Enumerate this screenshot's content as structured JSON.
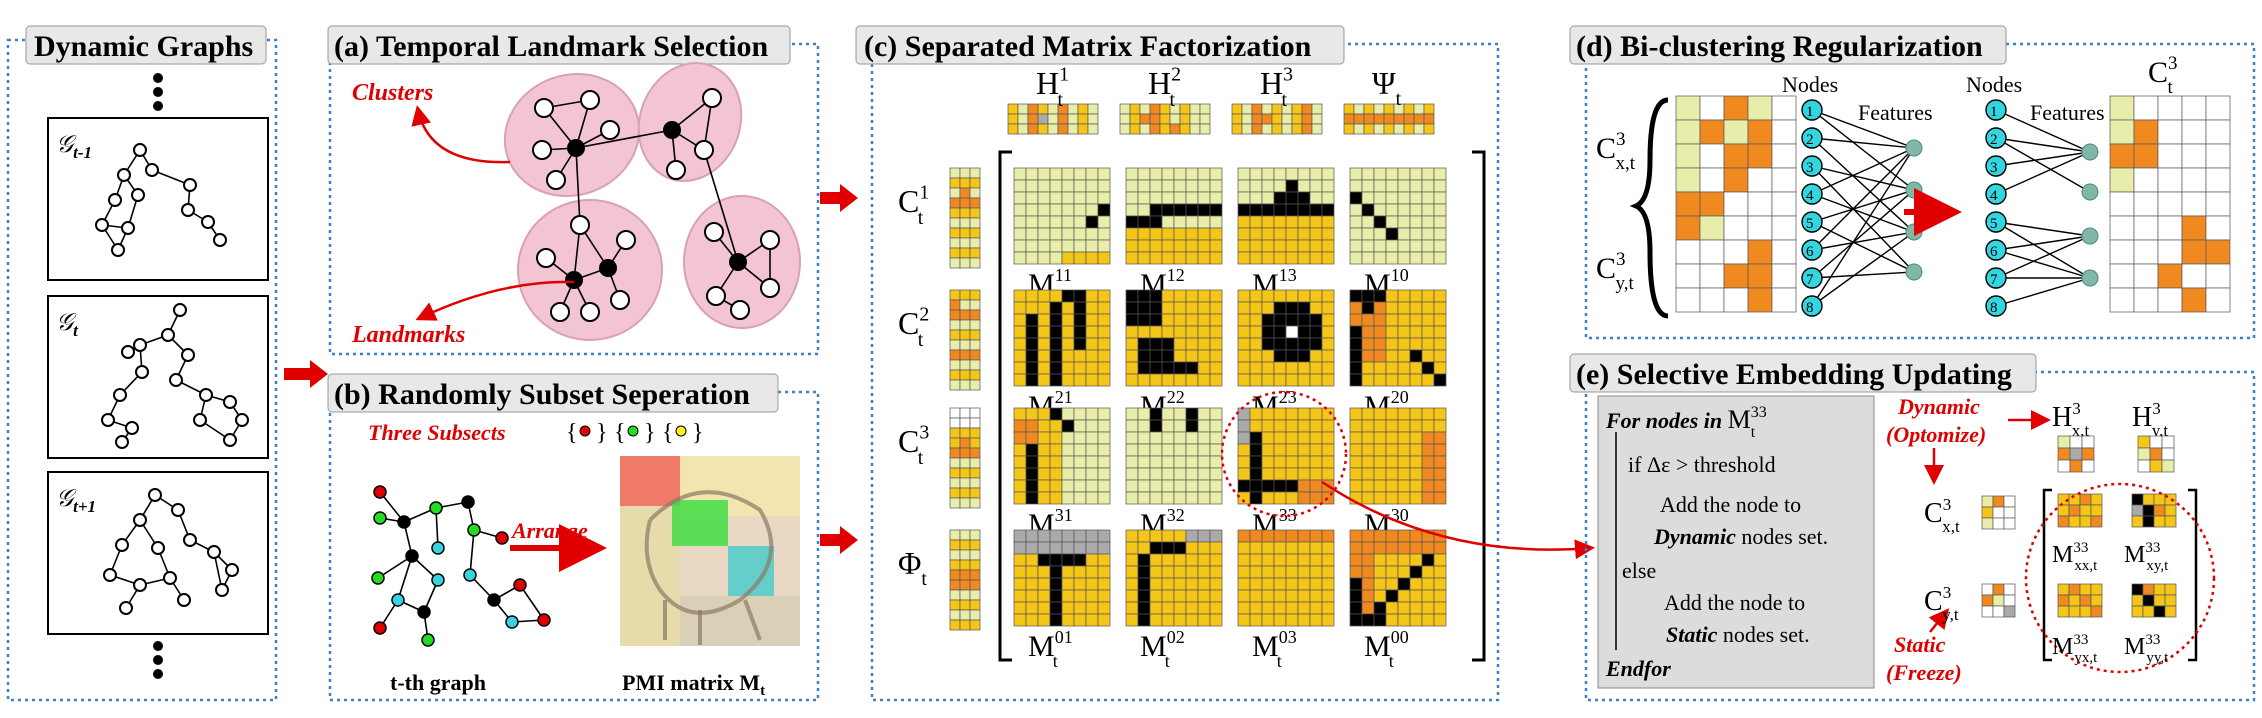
{
  "panels": {
    "dynamic_graphs": "Dynamic Graphs",
    "a": "(a) Temporal Landmark Selection",
    "b": "(b) Randomly Subset Seperation",
    "c": "(c) Separated Matrix Factorization",
    "d": "(d) Bi-clustering Regularization",
    "e": "(e) Selective Embedding Updating"
  },
  "graph_labels": {
    "prev": {
      "base": "𝒢",
      "sub": "t-1"
    },
    "cur": {
      "base": "𝒢",
      "sub": "t"
    },
    "next": {
      "base": "𝒢",
      "sub": "t+1"
    }
  },
  "a_labels": {
    "clusters": "Clusters",
    "landmarks": "Landmarks"
  },
  "b_labels": {
    "three_subsets": "Three Subsects",
    "arrange": "Arrange",
    "graph_caption": "t-th graph",
    "pmi_caption": "PMI matrix M",
    "pmi_sub": "t",
    "set_open": "{",
    "set_close": "}"
  },
  "c_labels": {
    "col_headers": [
      {
        "base": "H",
        "sup": "1",
        "sub": "t"
      },
      {
        "base": "H",
        "sup": "2",
        "sub": "t"
      },
      {
        "base": "H",
        "sup": "3",
        "sub": "t"
      },
      {
        "base": "Ψ",
        "sup": "",
        "sub": "t"
      }
    ],
    "row_headers": [
      {
        "base": "C",
        "sup": "1",
        "sub": "t"
      },
      {
        "base": "C",
        "sup": "2",
        "sub": "t"
      },
      {
        "base": "C",
        "sup": "3",
        "sub": "t"
      },
      {
        "base": "Φ",
        "sup": "",
        "sub": "t"
      }
    ],
    "cell_labels": [
      [
        "11",
        "12",
        "13",
        "10"
      ],
      [
        "21",
        "22",
        "23",
        "20"
      ],
      [
        "31",
        "32",
        "33",
        "30"
      ],
      [
        "01",
        "02",
        "03",
        "00"
      ]
    ],
    "cell_base": "M",
    "cell_sub": "t"
  },
  "d_labels": {
    "nodes": "Nodes",
    "features": "Features",
    "cx": {
      "base": "C",
      "sup": "3",
      "sub": "x,t"
    },
    "cy": {
      "base": "C",
      "sup": "3",
      "sub": "y,t"
    },
    "c3": {
      "base": "C",
      "sup": "3",
      "sub": "t"
    },
    "node_numbers": [
      "1",
      "2",
      "3",
      "4",
      "5",
      "6",
      "7",
      "8"
    ]
  },
  "e_labels": {
    "for_line": "For nodes in ",
    "for_m": {
      "base": "M",
      "sup": "33",
      "sub": "t"
    },
    "if_line": "if  Δε > threshold",
    "add1": "Add the node to",
    "dyn_set": "Dynamic",
    "dyn_rest": " nodes set.",
    "else": "else",
    "add2": "Add the node to",
    "stat_set": "Static",
    "stat_rest": " nodes set.",
    "endfor": "Endfor",
    "dynamic": "Dynamic",
    "optomize": "(Optomize)",
    "static": "Static",
    "freeze": "(Freeze)",
    "hx": {
      "base": "H",
      "sup": "3",
      "sub": "x,t"
    },
    "hy": {
      "base": "H",
      "sup": "3",
      "sub": "y,t"
    },
    "cx": {
      "base": "C",
      "sup": "3",
      "sub": "x,t"
    },
    "cy": {
      "base": "C",
      "sup": "3",
      "sub": "y,t"
    },
    "mxx": {
      "base": "M",
      "sup": "33",
      "sub": "xx,t"
    },
    "mxy": {
      "base": "M",
      "sup": "33",
      "sub": "xy,t"
    },
    "myx": {
      "base": "M",
      "sup": "33",
      "sub": "yx,t"
    },
    "myy": {
      "base": "M",
      "sup": "33",
      "sub": "yy,t"
    }
  },
  "colors": {
    "box": "#3b7fd0",
    "cluster": "#f2c4d4",
    "yellow": "#f5c518",
    "pale": "#e8eeaa",
    "orange": "#f08a20",
    "teal": "#33d6e0",
    "red": "#e00000"
  }
}
